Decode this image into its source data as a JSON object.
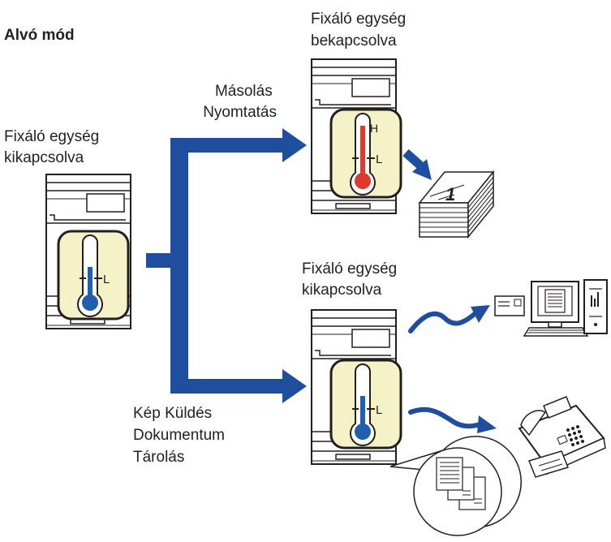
{
  "title": "Alvó mód",
  "left_printer_label": [
    "Fixáló egység",
    "kikapcsolva"
  ],
  "top_printer_label": [
    "Fixáló egység",
    "bekapcsolva"
  ],
  "bottom_printer_label": [
    "Fixáló egység",
    "kikapcsolva"
  ],
  "copy_print_label": [
    "Másolás",
    "Nyomtatás"
  ],
  "send_store_label": [
    "Kép Küldés",
    "Dokumentum",
    "Tárolás"
  ],
  "thermometer_high_mark": "H",
  "thermometer_low_mark": "L",
  "paper_stack_page_number": "1",
  "colors": {
    "arrow_blue": "#1f4e9e",
    "thermo_hot": "#e03a2f",
    "thermo_cold": "#1f5fb0",
    "thermo_background": "#f4f2c6",
    "outline": "#231f20"
  }
}
